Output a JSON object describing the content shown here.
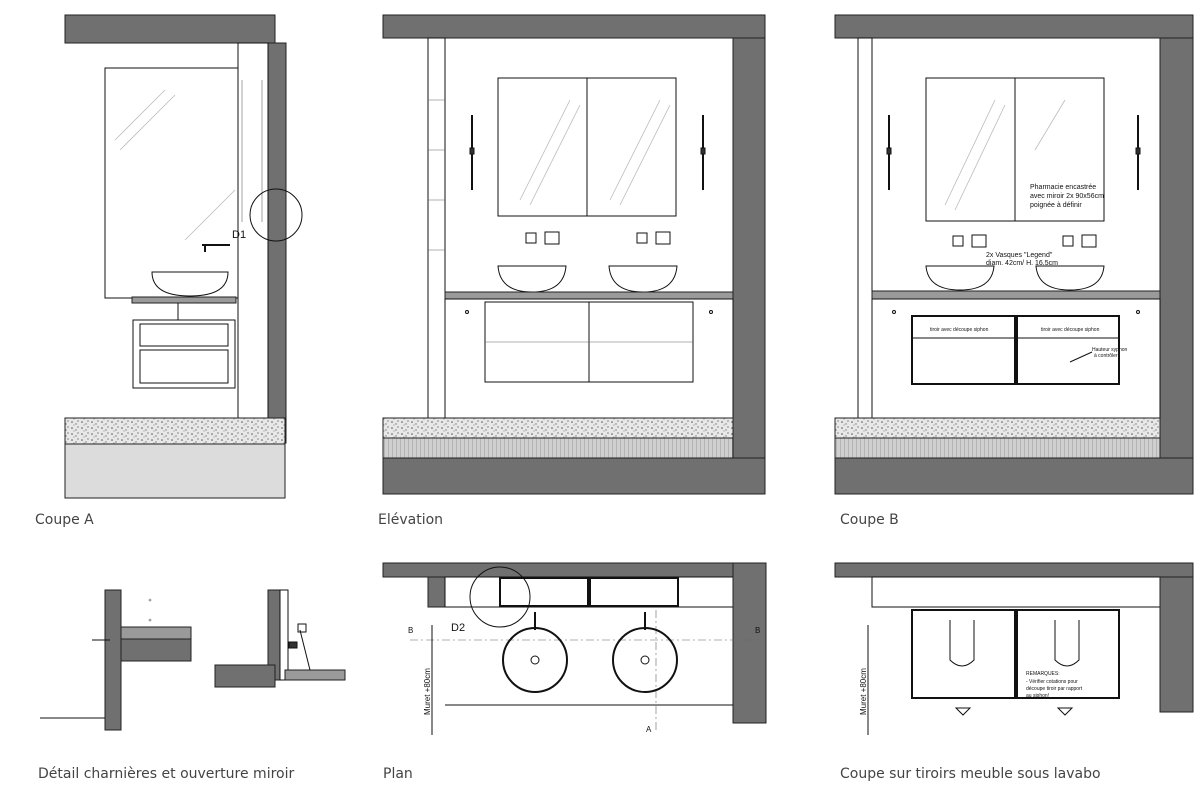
{
  "drawing_titles": {
    "coupe_a": "Coupe A",
    "elevation": "Elévation",
    "coupe_b": "Coupe B",
    "detail": "Détail charnières et ouverture miroir",
    "plan": "Plan",
    "coupe_tiroirs": "Coupe sur tiroirs meuble sous lavabo"
  },
  "callouts": {
    "d1": "D1",
    "d2": "D2",
    "section_a": "A",
    "section_b": "B"
  },
  "annotations": {
    "pharmacie_1": "Pharmacie encastrée",
    "pharmacie_2": "avec miroir 2x 90x56cm",
    "pharmacie_3": "poignée à définir",
    "vasques_1": "2x Vasques \"Legend\"",
    "vasques_2": "diam. 42cm/ H. 16.5cm",
    "tiroir_left": "tiroir avec découpe siphon",
    "tiroir_right": "tiroir avec découpe siphon",
    "hauteur_1": "Hauteur syphon",
    "hauteur_2": "à contrôler",
    "muret_plan": "Muret +80cm",
    "muret_coupe": "Muret +80cm",
    "remarques_title": "REMARQUES:",
    "remarques_1": "- Vérifier cotations pour",
    "remarques_2": "découpe tiroir par rapport",
    "remarques_3": "au siphon!"
  },
  "colors": {
    "wall": "#707070",
    "slab": "#dcdcdc",
    "line": "#111111",
    "caption": "#444444"
  }
}
